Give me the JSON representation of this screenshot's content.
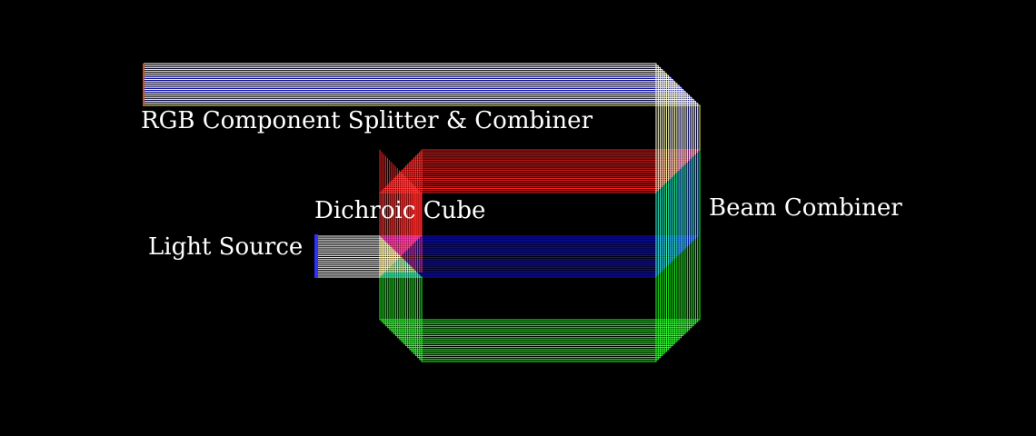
{
  "labels": {
    "splitter_combiner": "RGB Component Splitter & Combiner",
    "dichroic_cube": "Dichroic Cube",
    "light_source": "Light Source",
    "beam_combiner": "Beam Combiner"
  },
  "colors": {
    "background": "#000000",
    "white_beam": "#ffffff",
    "red_beam": "#ff2020",
    "green_beam": "#20ff20",
    "blue_beam": "#1010e0",
    "source": "#3030ff"
  },
  "ray_count": 22
}
